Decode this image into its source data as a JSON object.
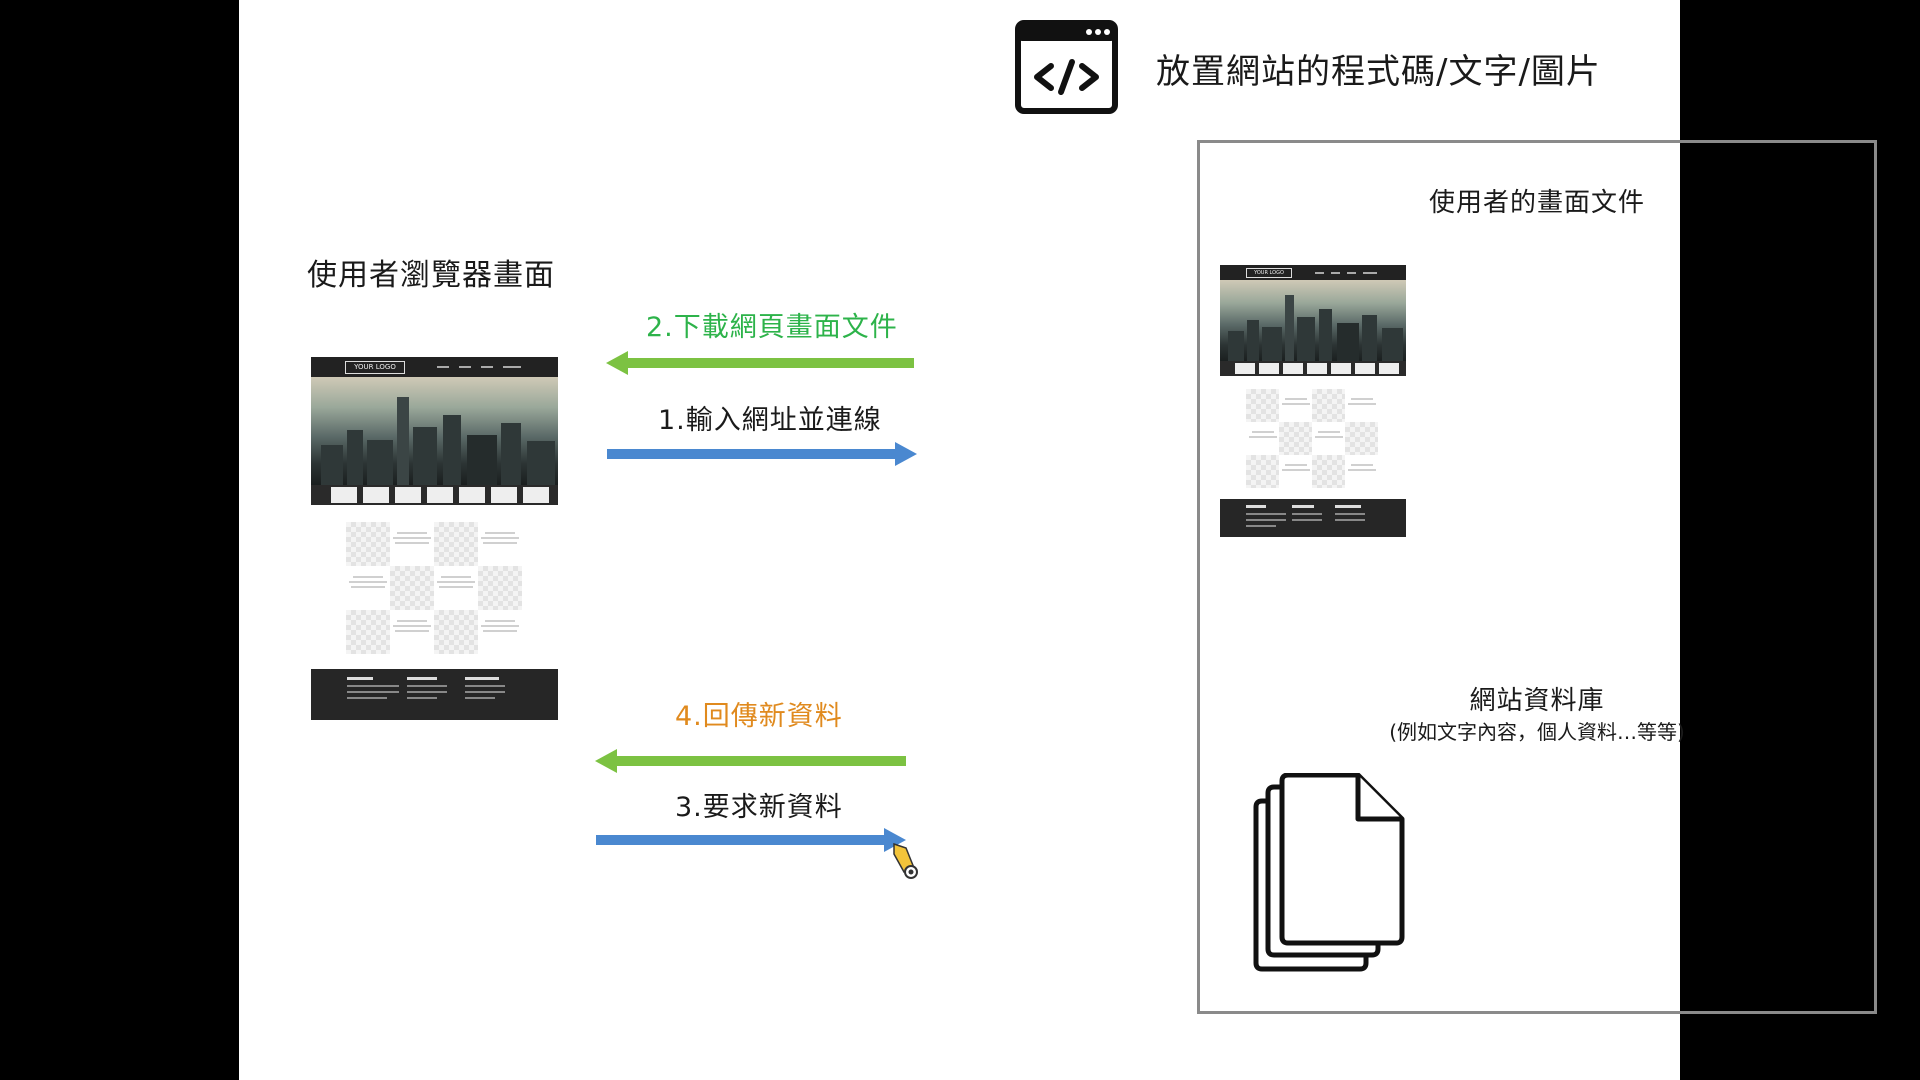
{
  "server_title": "放置網站的程式碼/文字/圖片",
  "client_heading": "使用者瀏覽器畫面",
  "server_doc_heading": "使用者的畫面文件",
  "database_heading": "網站資料庫",
  "database_sub": "(例如文字內容，個人資料…等等)",
  "mockup": {
    "logo_text": "YOUR LOGO"
  },
  "steps": [
    {
      "label": "1.輸入網址並連線",
      "direction": "right"
    },
    {
      "label": "2.下載網頁畫面文件",
      "direction": "left"
    },
    {
      "label": "3.要求新資料",
      "direction": "right"
    },
    {
      "label": "4.回傳新資料",
      "direction": "left"
    }
  ],
  "icons": [
    "code-window-icon",
    "documents-icon",
    "pen-cursor-icon"
  ],
  "colors": {
    "green": "#7cc242",
    "blue": "#4a88d0",
    "green_text": "#2db34a",
    "orange_text": "#e08a1e",
    "border": "#8a8a8a"
  }
}
